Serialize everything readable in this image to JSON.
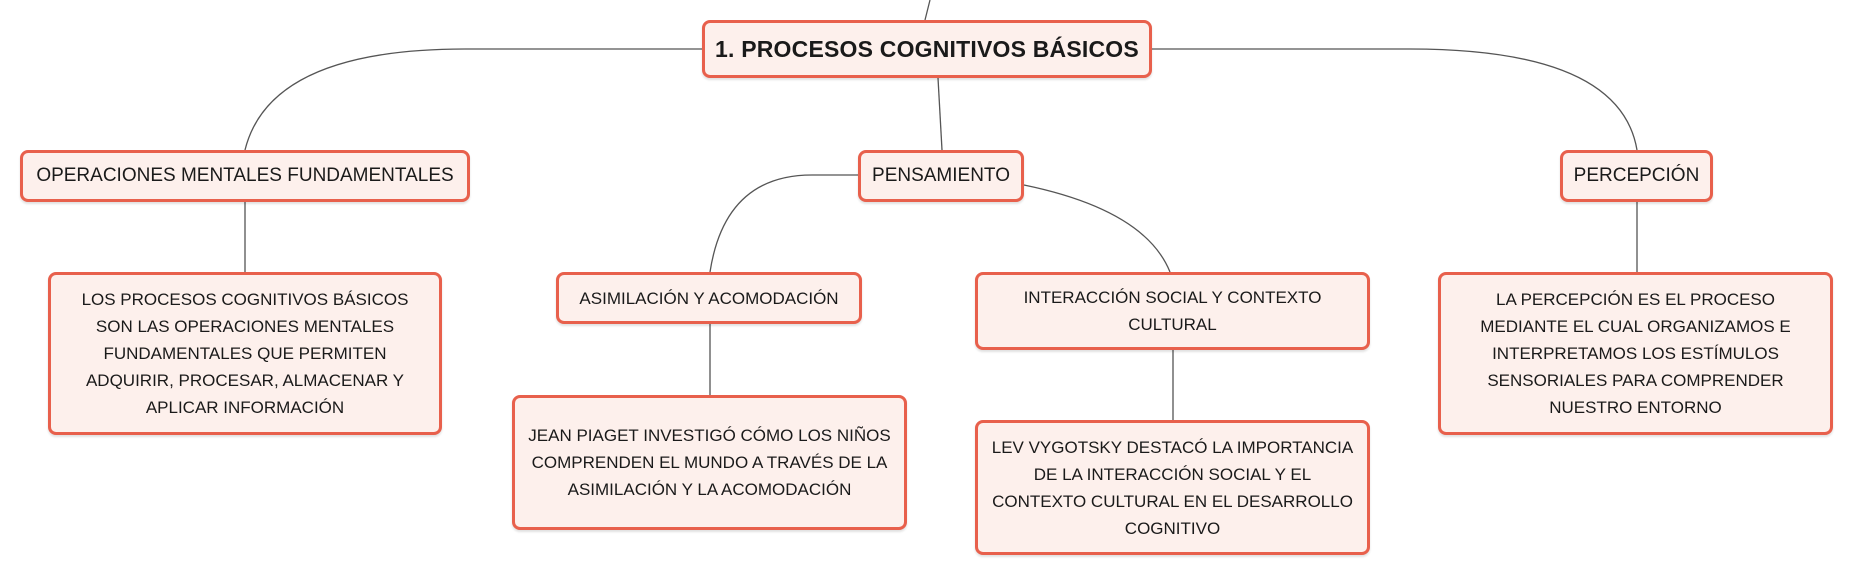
{
  "root": {
    "label": "1. PROCESOS COGNITIVOS BÁSICOS"
  },
  "topics": {
    "operaciones": {
      "label": "OPERACIONES MENTALES FUNDAMENTALES"
    },
    "pensamiento": {
      "label": "PENSAMIENTO"
    },
    "percepcion": {
      "label": "PERCEPCIÓN"
    },
    "asimilacion": {
      "label": "ASIMILACIÓN Y ACOMODACIÓN"
    },
    "interaccion": {
      "label": "INTERACCIÓN SOCIAL Y CONTEXTO CULTURAL"
    }
  },
  "details": {
    "operaciones": "LOS PROCESOS COGNITIVOS BÁSICOS SON LAS OPERACIONES MENTALES FUNDAMENTALES QUE PERMITEN ADQUIRIR, PROCESAR, ALMACENAR Y APLICAR INFORMACIÓN",
    "piaget": "JEAN PIAGET INVESTIGÓ CÓMO LOS NIÑOS COMPRENDEN EL MUNDO A TRAVÉS DE LA ASIMILACIÓN Y LA ACOMODACIÓN",
    "vygotsky": "LEV VYGOTSKY DESTACÓ LA IMPORTANCIA DE LA INTERACCIÓN SOCIAL Y EL CONTEXTO CULTURAL EN EL DESARROLLO COGNITIVO",
    "percepcion": "LA PERCEPCIÓN ES EL PROCESO MEDIANTE EL CUAL ORGANIZAMOS E INTERPRETAMOS LOS ESTÍMULOS SENSORIALES PARA COMPRENDER NUESTRO ENTORNO"
  },
  "colors": {
    "border": "#e8604c",
    "fill": "#fdf0ec",
    "connector": "#555555"
  }
}
